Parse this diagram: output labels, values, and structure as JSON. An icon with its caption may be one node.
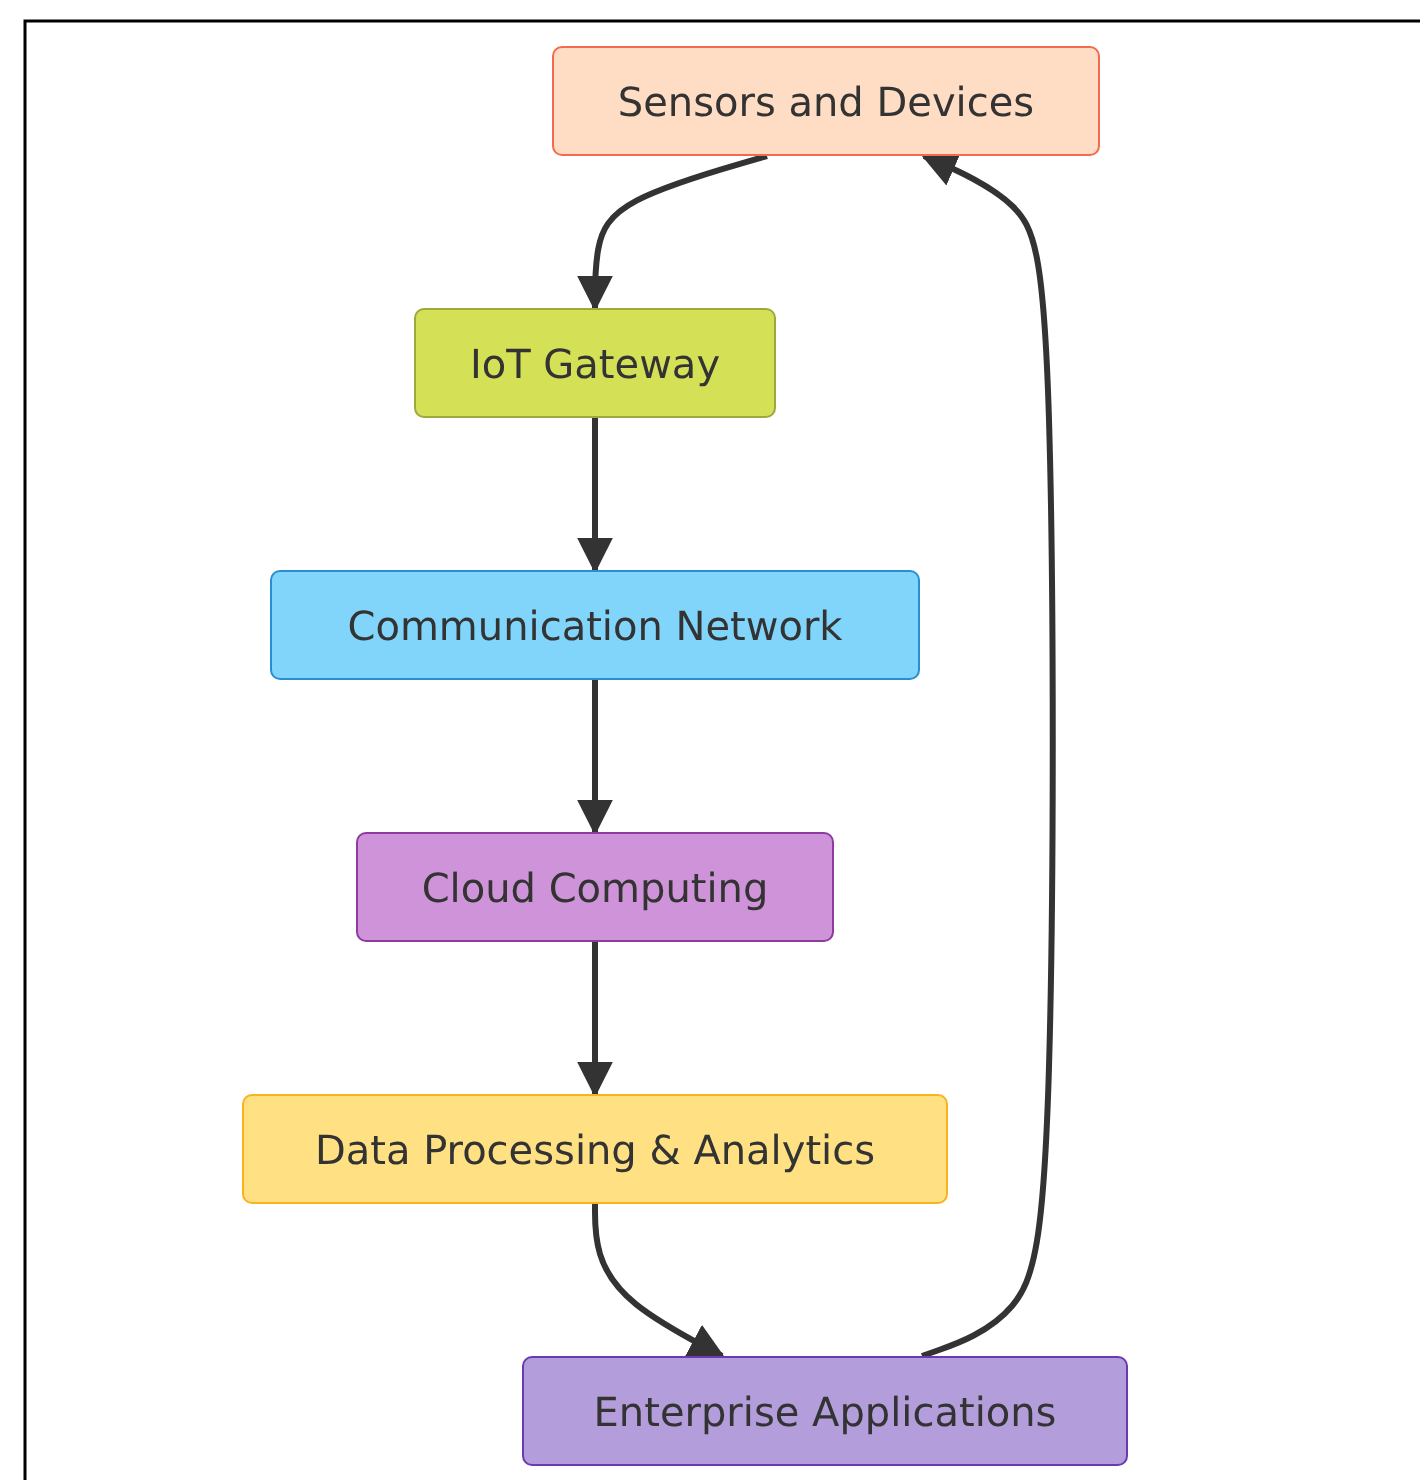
{
  "diagram": {
    "nodes": [
      {
        "text": [
          "Sensors and Devices"
        ]
      },
      {
        "text": [
          "IoT Gateway"
        ]
      },
      {
        "text": [
          "Communication Network"
        ]
      },
      {
        "text": [
          "Cloud Computing"
        ]
      },
      {
        "text": [
          "Data Processing & Analytics"
        ]
      },
      {
        "text": [
          "Enterprise Applications"
        ]
      }
    ],
    "edges": [
      {
        "from": 0,
        "to": 1,
        "arrow": "to"
      },
      {
        "from": 1,
        "to": 2,
        "arrow": "to"
      },
      {
        "from": 2,
        "to": 3,
        "arrow": "to"
      },
      {
        "from": 3,
        "to": 4,
        "arrow": "to"
      },
      {
        "from": 4,
        "to": 5,
        "arrow": "to"
      },
      {
        "from": 5,
        "to": 0,
        "arrow": "to"
      }
    ]
  }
}
